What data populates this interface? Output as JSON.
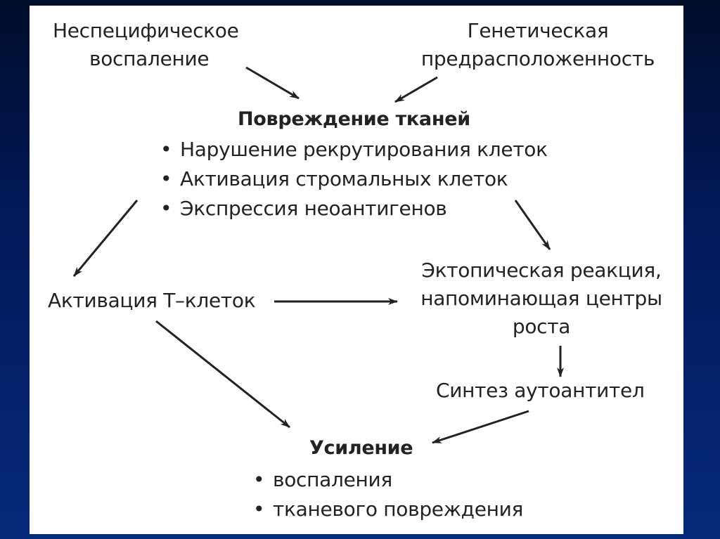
{
  "diagram": {
    "nonspecific_inflammation": [
      "Неспецифическое",
      "воспаление"
    ],
    "genetic_predisposition": [
      "Генетическая",
      "предрасположенность"
    ],
    "tissue_damage": {
      "title": "Повреждение тканей",
      "items": [
        "Нарушение рекрутирования клеток",
        "Активация стромальных клеток",
        "Экспрессия неоантигенов"
      ]
    },
    "t_cell_activation": "Активация Т–клеток",
    "ectopic_reaction": [
      "Эктопическая реакция,",
      "напоминающая центры",
      "роста"
    ],
    "autoantibody_synthesis": "Синтез аутоантител",
    "amplification": {
      "title": "Усиление",
      "items": [
        "воспаления",
        "тканевого повреждения"
      ]
    }
  }
}
